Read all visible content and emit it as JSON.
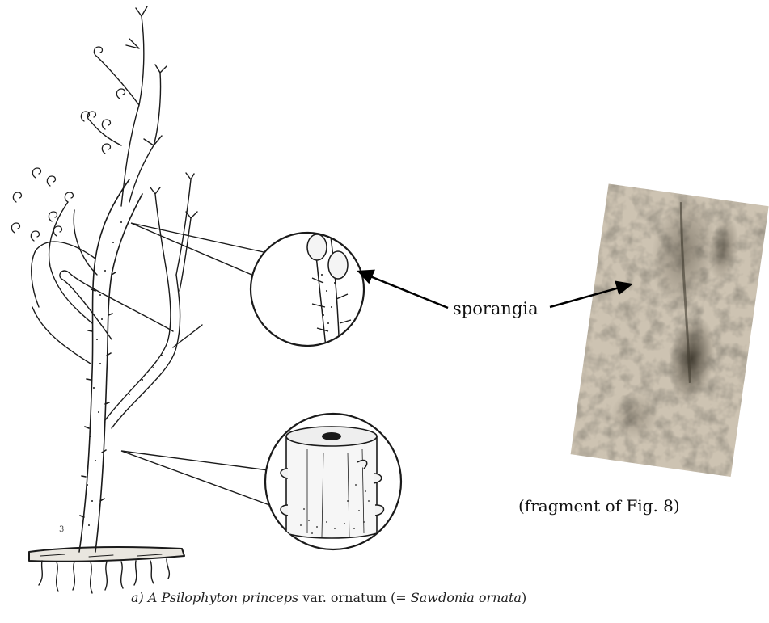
{
  "labels": {
    "sporangia": "sporangia",
    "fragment_note": "(fragment of Fig. 8)",
    "figure_number": "3"
  },
  "caption": {
    "prefix": "a) A ",
    "genus_species": "Psilophyton princeps",
    "middle": " var. ornatum (= ",
    "synonym": "Sawdonia ornata",
    "suffix": ")"
  },
  "colors": {
    "ink": "#1a1a1a",
    "photo_base": "#cdc3b2",
    "photo_dark": "#3f3a2f"
  }
}
